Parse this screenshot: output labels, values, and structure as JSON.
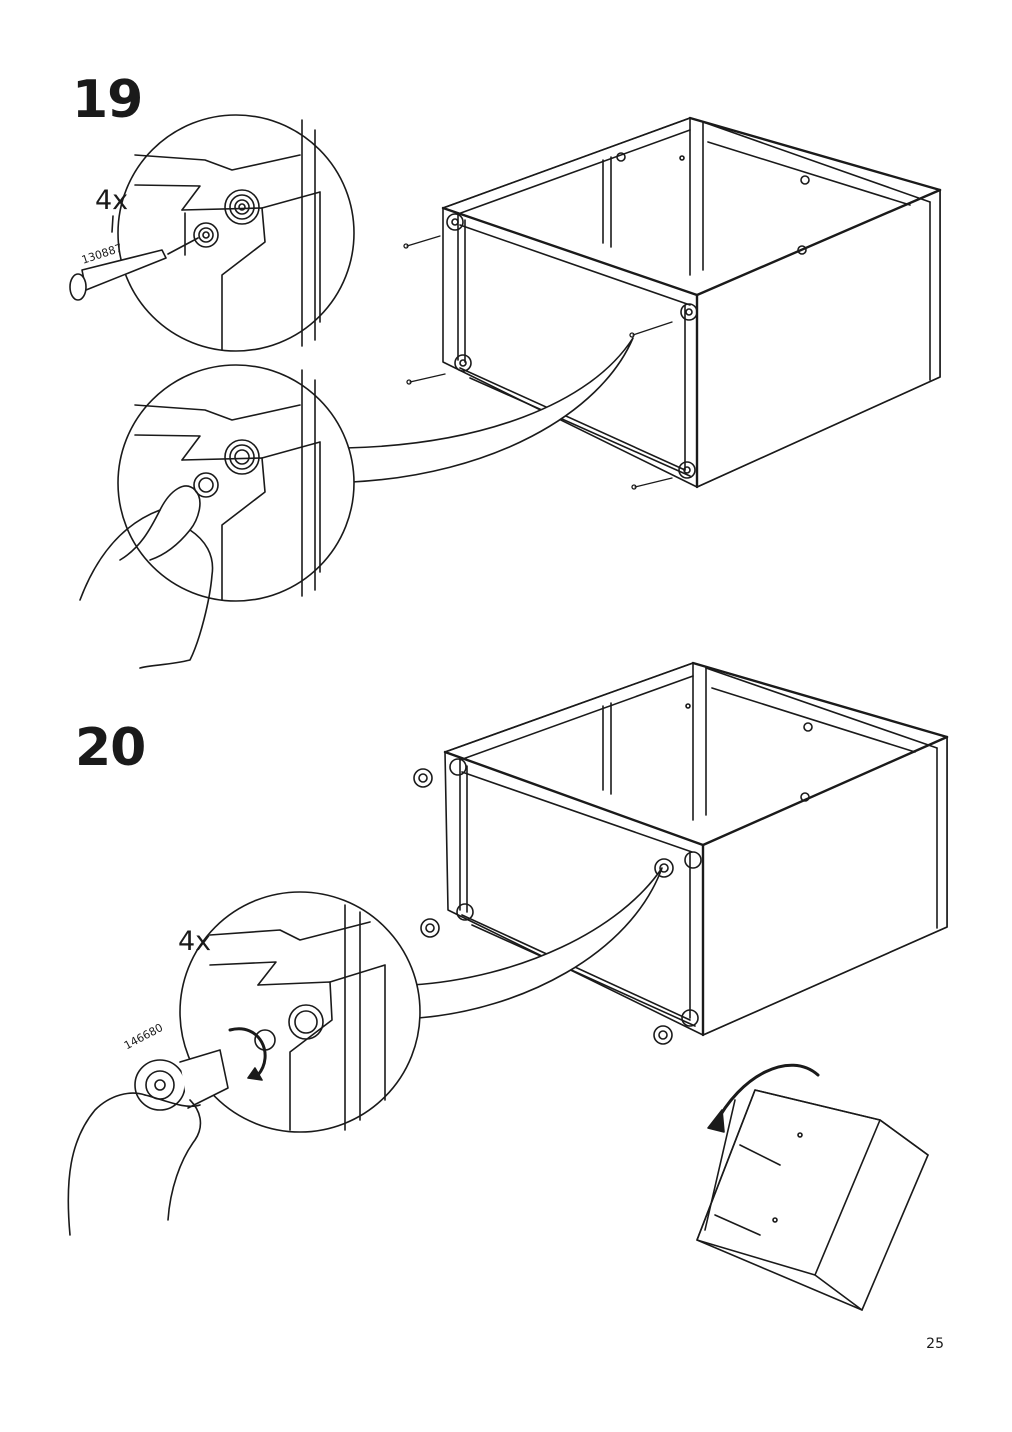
{
  "steps": [
    {
      "number": "19",
      "quantity": "4x",
      "part_number": "130887"
    },
    {
      "number": "20",
      "quantity": "4x",
      "part_number": "146680"
    }
  ],
  "page_number": "25"
}
